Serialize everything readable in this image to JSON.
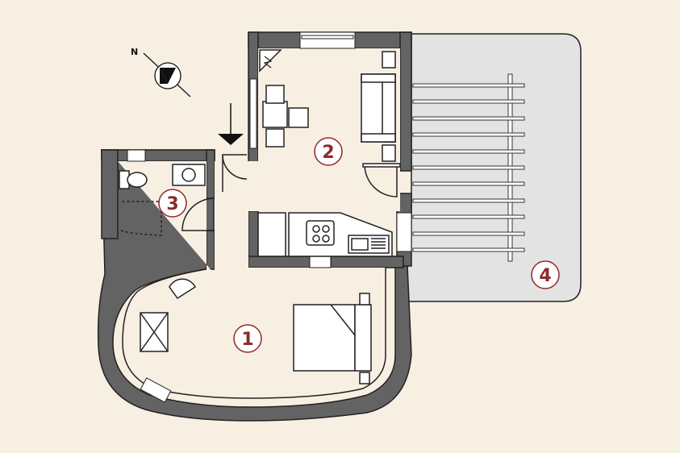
{
  "compass": {
    "label": "N",
    "icon": "north-compass-icon"
  },
  "rooms": [
    {
      "id": "1",
      "label": "1"
    },
    {
      "id": "2",
      "label": "2"
    },
    {
      "id": "3",
      "label": "3"
    },
    {
      "id": "4",
      "label": "4"
    }
  ],
  "entrance": {
    "icon": "entrance-arrow-icon"
  },
  "colors": {
    "background": "#f8efe3",
    "wall": "#636363",
    "terrace": "#e3e3e3",
    "room_number": "#8b2b2b"
  }
}
